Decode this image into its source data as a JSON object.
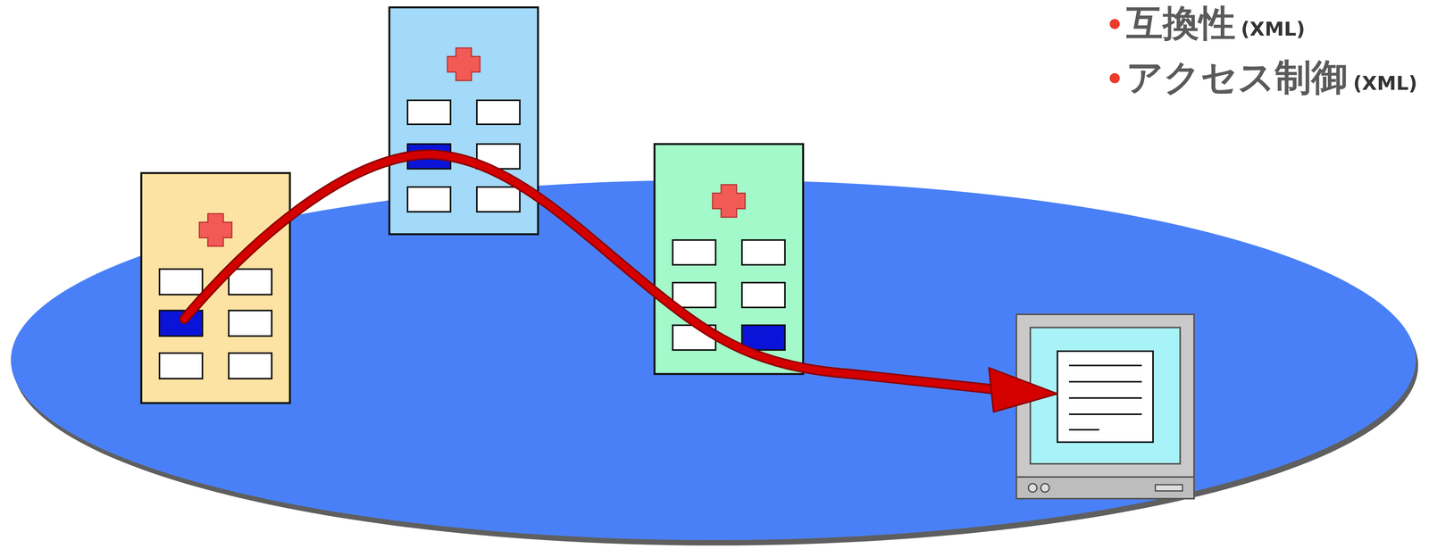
{
  "diagram": {
    "labels": [
      "互換性",
      "(XML)",
      "アクセス制御",
      "(XML)"
    ]
  }
}
